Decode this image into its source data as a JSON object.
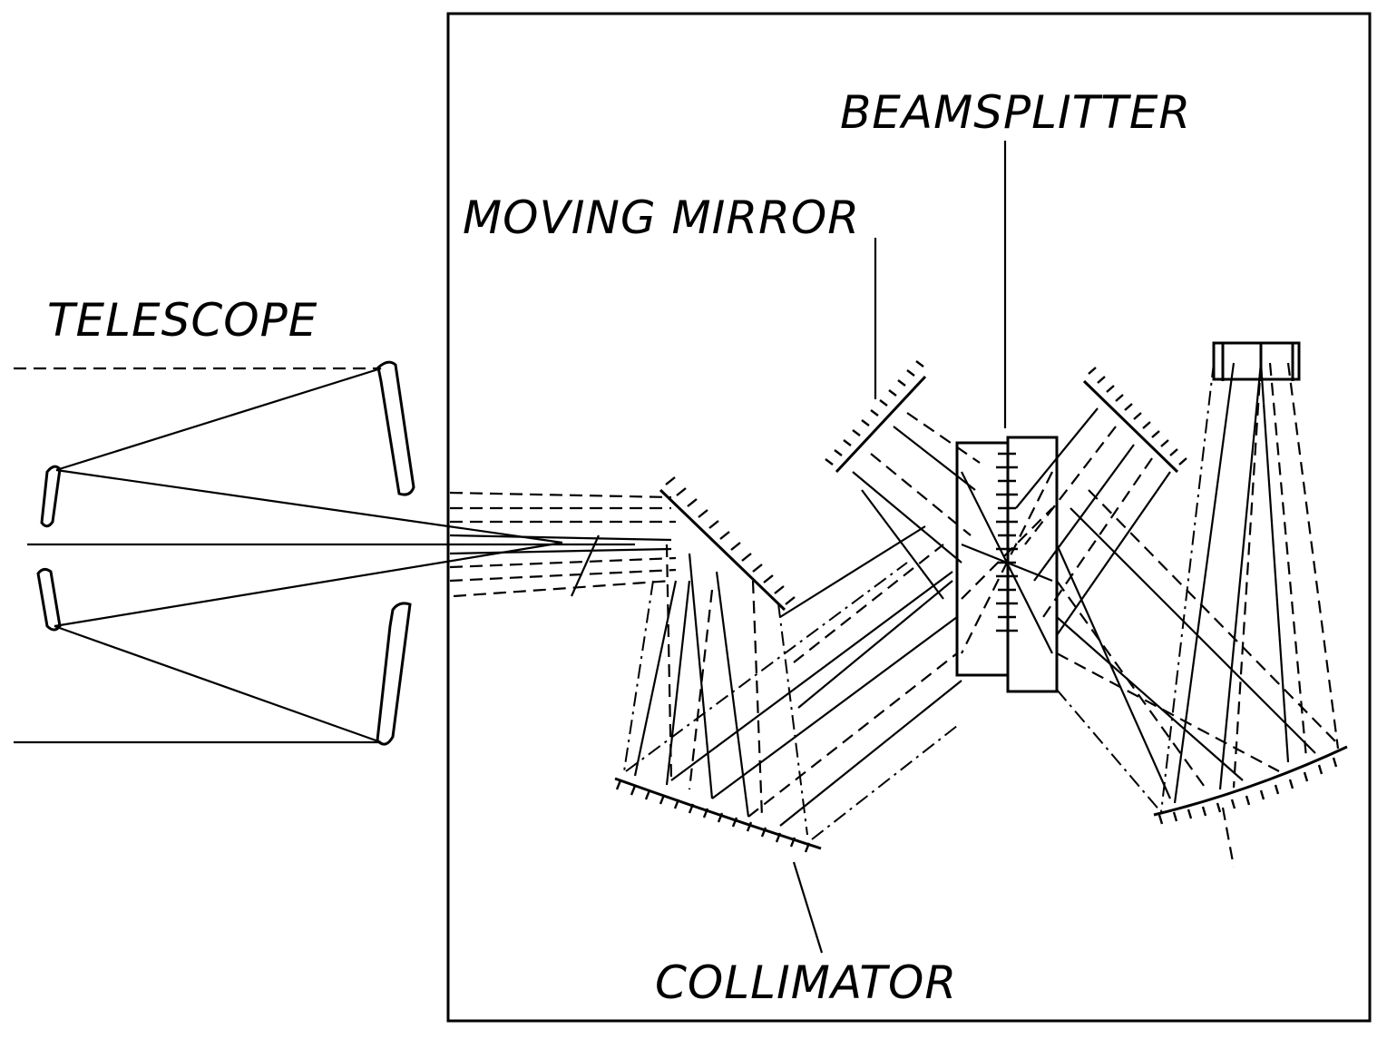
{
  "labels": {
    "telescope": "TELESCOPE",
    "moving_mirror": "MOVING MIRROR",
    "beamsplitter": "BEAMSPLITTER",
    "collimator": "COLLIMATOR"
  },
  "colors": {
    "ink": "#000000",
    "background": "#ffffff"
  }
}
